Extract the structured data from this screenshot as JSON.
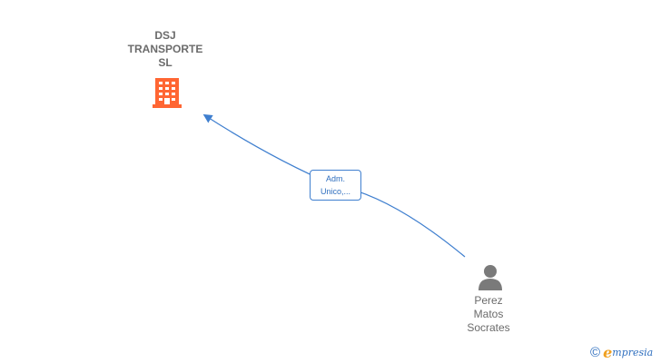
{
  "company": {
    "name_lines": [
      "DSJ",
      "TRANSPORTE",
      "SL"
    ],
    "icon": "building-icon",
    "color": "#ff6633"
  },
  "relation": {
    "label_lines": [
      "Adm.",
      "Unico,..."
    ],
    "line_color": "#3f7fcf"
  },
  "person": {
    "name_lines": [
      "Perez",
      "Matos",
      "Socrates"
    ],
    "icon": "person-icon",
    "color": "#7a7a7a"
  },
  "footer": {
    "copyright_symbol": "©",
    "brand_initial": "e",
    "brand_rest": "mpresia"
  }
}
